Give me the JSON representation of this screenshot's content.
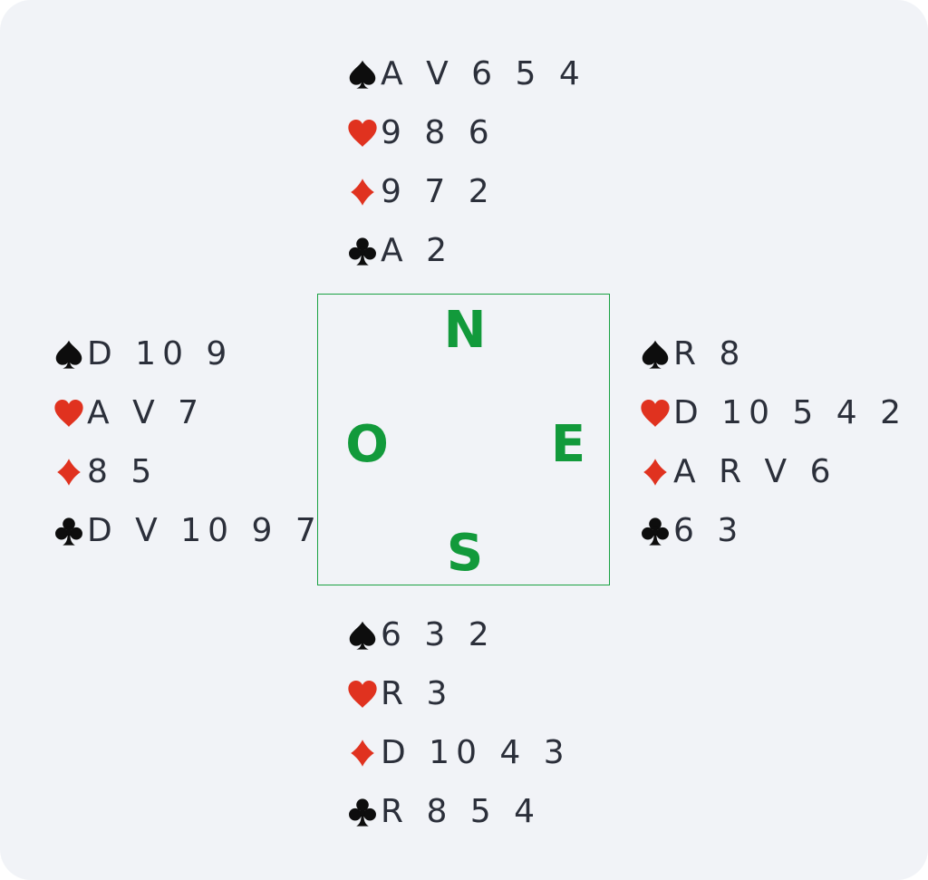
{
  "colors": {
    "background": "#f1f3f7",
    "text": "#2b2f3a",
    "red_suit": "#e0321f",
    "black_suit": "#0d0d0d",
    "compass": "#129a3b"
  },
  "compass": {
    "north": "N",
    "west": "O",
    "east": "E",
    "south": "S"
  },
  "hands": {
    "north": {
      "spades": "A V 6 5 4",
      "hearts": "9 8 6",
      "diamonds": "9 7 2",
      "clubs": "A 2"
    },
    "west": {
      "spades": "D 10 9",
      "hearts": "A V 7",
      "diamonds": "8 5",
      "clubs": "D V 10 9 7"
    },
    "east": {
      "spades": "R 8",
      "hearts": "D 10 5 4 2",
      "diamonds": "A R V 6",
      "clubs": "6 3"
    },
    "south": {
      "spades": "6 3 2",
      "hearts": "R 3",
      "diamonds": "D 10 4 3",
      "clubs": "R 8 5 4"
    }
  },
  "suit_icons": {
    "spades": "spade-icon",
    "hearts": "heart-icon",
    "diamonds": "diamond-icon",
    "clubs": "club-icon"
  }
}
